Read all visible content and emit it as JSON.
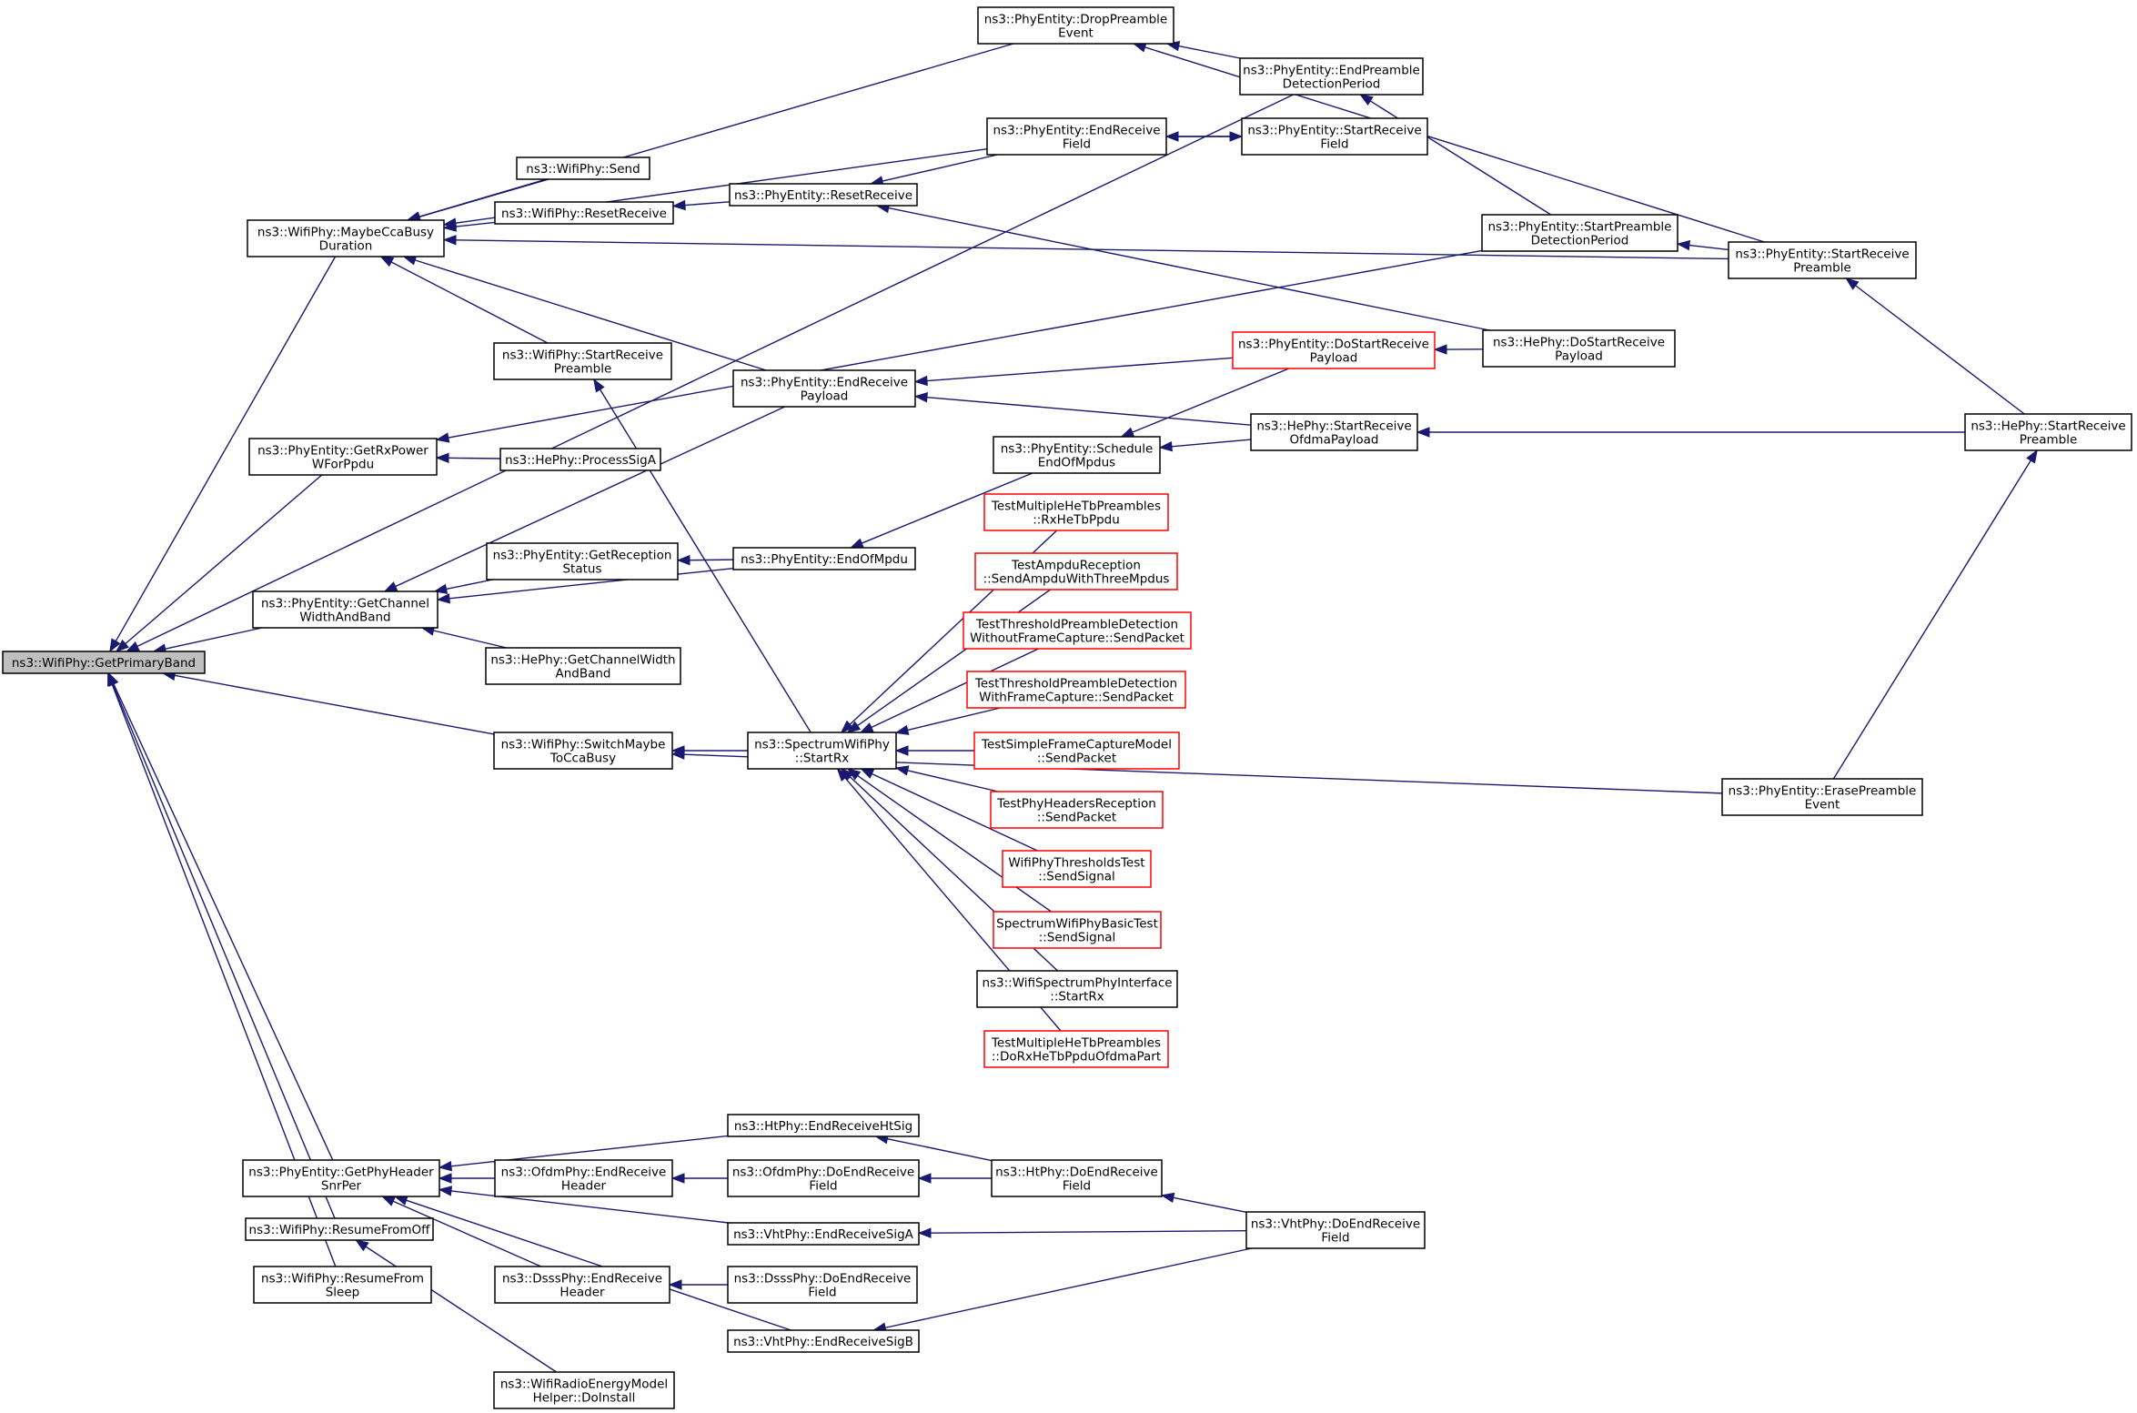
{
  "nodes": [
    {
      "id": "root",
      "lines": [
        "ns3::WifiPhy::GetPrimaryBand"
      ],
      "border": "root"
    },
    {
      "id": "maybecca",
      "lines": [
        "ns3::WifiPhy::MaybeCcaBusy",
        "Duration"
      ],
      "border": "black"
    },
    {
      "id": "getrxpower",
      "lines": [
        "ns3::PhyEntity::GetRxPower",
        "WForPpdu"
      ],
      "border": "black"
    },
    {
      "id": "getchwb",
      "lines": [
        "ns3::PhyEntity::GetChannel",
        "WidthAndBand"
      ],
      "border": "black"
    },
    {
      "id": "getphyhdr",
      "lines": [
        "ns3::PhyEntity::GetPhyHeader",
        "SnrPer"
      ],
      "border": "black"
    },
    {
      "id": "resumeoff",
      "lines": [
        "ns3::WifiPhy::ResumeFromOff"
      ],
      "border": "black"
    },
    {
      "id": "resumesleep",
      "lines": [
        "ns3::WifiPhy::ResumeFrom",
        "Sleep"
      ],
      "border": "black"
    },
    {
      "id": "wifisend",
      "lines": [
        "ns3::WifiPhy::Send"
      ],
      "border": "black"
    },
    {
      "id": "wifireset",
      "lines": [
        "ns3::WifiPhy::ResetReceive"
      ],
      "border": "black"
    },
    {
      "id": "wifistartpre",
      "lines": [
        "ns3::WifiPhy::StartReceive",
        "Preamble"
      ],
      "border": "black"
    },
    {
      "id": "processsiga",
      "lines": [
        "ns3::HePhy::ProcessSigA"
      ],
      "border": "black"
    },
    {
      "id": "getrecstatus",
      "lines": [
        "ns3::PhyEntity::GetReception",
        "Status"
      ],
      "border": "black"
    },
    {
      "id": "hegetchwb",
      "lines": [
        "ns3::HePhy::GetChannelWidth",
        "AndBand"
      ],
      "border": "black"
    },
    {
      "id": "switchmaybe",
      "lines": [
        "ns3::WifiPhy::SwitchMaybe",
        "ToCcaBusy"
      ],
      "border": "black"
    },
    {
      "id": "ofdmendhdr",
      "lines": [
        "ns3::OfdmPhy::EndReceive",
        "Header"
      ],
      "border": "black"
    },
    {
      "id": "dsssendhdr",
      "lines": [
        "ns3::DsssPhy::EndReceive",
        "Header"
      ],
      "border": "black"
    },
    {
      "id": "radioenergy",
      "lines": [
        "ns3::WifiRadioEnergyModel",
        "Helper::DoInstall"
      ],
      "border": "black"
    },
    {
      "id": "resetreceive",
      "lines": [
        "ns3::PhyEntity::ResetReceive"
      ],
      "border": "black"
    },
    {
      "id": "endrecpayload",
      "lines": [
        "ns3::PhyEntity::EndReceive",
        "Payload"
      ],
      "border": "black"
    },
    {
      "id": "endofmpdu",
      "lines": [
        "ns3::PhyEntity::EndOfMpdu"
      ],
      "border": "black"
    },
    {
      "id": "spectrumstartrx",
      "lines": [
        "ns3::SpectrumWifiPhy",
        "::StartRx"
      ],
      "border": "black"
    },
    {
      "id": "htendsig",
      "lines": [
        "ns3::HtPhy::EndReceiveHtSig"
      ],
      "border": "black"
    },
    {
      "id": "ofdmdoend",
      "lines": [
        "ns3::OfdmPhy::DoEndReceive",
        "Field"
      ],
      "border": "black"
    },
    {
      "id": "vhtsiga",
      "lines": [
        "ns3::VhtPhy::EndReceiveSigA"
      ],
      "border": "black"
    },
    {
      "id": "dsssdoend",
      "lines": [
        "ns3::DsssPhy::DoEndReceive",
        "Field"
      ],
      "border": "black"
    },
    {
      "id": "vhtsigb",
      "lines": [
        "ns3::VhtPhy::EndReceiveSigB"
      ],
      "border": "black"
    },
    {
      "id": "droppre",
      "lines": [
        "ns3::PhyEntity::DropPreamble",
        "Event"
      ],
      "border": "black"
    },
    {
      "id": "endrecfield",
      "lines": [
        "ns3::PhyEntity::EndReceive",
        "Field"
      ],
      "border": "black"
    },
    {
      "id": "schedule",
      "lines": [
        "ns3::PhyEntity::Schedule",
        "EndOfMpdus"
      ],
      "border": "black"
    },
    {
      "id": "t_rxhetb",
      "lines": [
        "TestMultipleHeTbPreambles",
        "::RxHeTbPpdu"
      ],
      "border": "red"
    },
    {
      "id": "t_ampdu",
      "lines": [
        "TestAmpduReception",
        "::SendAmpduWithThreeMpdus"
      ],
      "border": "red"
    },
    {
      "id": "t_thrwithout",
      "lines": [
        "TestThresholdPreambleDetection",
        "WithoutFrameCapture::SendPacket"
      ],
      "border": "red"
    },
    {
      "id": "t_thrwith",
      "lines": [
        "TestThresholdPreambleDetection",
        "WithFrameCapture::SendPacket"
      ],
      "border": "red"
    },
    {
      "id": "t_simplecap",
      "lines": [
        "TestSimpleFrameCaptureModel",
        "::SendPacket"
      ],
      "border": "red"
    },
    {
      "id": "t_phyhdr",
      "lines": [
        "TestPhyHeadersReception",
        "::SendPacket"
      ],
      "border": "red"
    },
    {
      "id": "t_thrtest",
      "lines": [
        "WifiPhyThresholdsTest",
        "::SendSignal"
      ],
      "border": "red"
    },
    {
      "id": "t_basic",
      "lines": [
        "SpectrumWifiPhyBasicTest",
        "::SendSignal"
      ],
      "border": "red"
    },
    {
      "id": "wifispectrumif",
      "lines": [
        "ns3::WifiSpectrumPhyInterface",
        "::StartRx"
      ],
      "border": "black"
    },
    {
      "id": "t_dorxhetb",
      "lines": [
        "TestMultipleHeTbPreambles",
        "::DoRxHeTbPpduOfdmaPart"
      ],
      "border": "red"
    },
    {
      "id": "htdoend",
      "lines": [
        "ns3::HtPhy::DoEndReceive",
        "Field"
      ],
      "border": "black"
    },
    {
      "id": "endpredet",
      "lines": [
        "ns3::PhyEntity::EndPreamble",
        "DetectionPeriod"
      ],
      "border": "black"
    },
    {
      "id": "startrecfield",
      "lines": [
        "ns3::PhyEntity::StartReceive",
        "Field"
      ],
      "border": "black"
    },
    {
      "id": "dostartpayload",
      "lines": [
        "ns3::PhyEntity::DoStartReceive",
        "Payload"
      ],
      "border": "red"
    },
    {
      "id": "hestartofdma",
      "lines": [
        "ns3::HePhy::StartReceive",
        "OfdmaPayload"
      ],
      "border": "black"
    },
    {
      "id": "vhtdoend",
      "lines": [
        "ns3::VhtPhy::DoEndReceive",
        "Field"
      ],
      "border": "black"
    },
    {
      "id": "startpredet",
      "lines": [
        "ns3::PhyEntity::StartPreamble",
        "DetectionPeriod"
      ],
      "border": "black"
    },
    {
      "id": "hedostartpayload",
      "lines": [
        "ns3::HePhy::DoStartReceive",
        "Payload"
      ],
      "border": "black"
    },
    {
      "id": "startrecpre",
      "lines": [
        "ns3::PhyEntity::StartReceive",
        "Preamble"
      ],
      "border": "black"
    },
    {
      "id": "erasepre",
      "lines": [
        "ns3::PhyEntity::ErasePreamble",
        "Event"
      ],
      "border": "black"
    },
    {
      "id": "hestartpre",
      "lines": [
        "ns3::HePhy::StartReceive",
        "Preamble"
      ],
      "border": "black"
    }
  ],
  "edges": [
    [
      "maybecca",
      "root"
    ],
    [
      "getrxpower",
      "root"
    ],
    [
      "getchwb",
      "root"
    ],
    [
      "getphyhdr",
      "root"
    ],
    [
      "resumeoff",
      "root"
    ],
    [
      "resumesleep",
      "root"
    ],
    [
      "switchmaybe",
      "root"
    ],
    [
      "endpredet",
      "root"
    ],
    [
      "wifisend",
      "maybecca"
    ],
    [
      "wifireset",
      "maybecca"
    ],
    [
      "wifistartpre",
      "maybecca"
    ],
    [
      "droppre",
      "maybecca"
    ],
    [
      "endrecfield",
      "maybecca"
    ],
    [
      "endrecpayload",
      "maybecca"
    ],
    [
      "startrecpre",
      "maybecca"
    ],
    [
      "processsiga",
      "getrxpower"
    ],
    [
      "startpredet",
      "getrxpower"
    ],
    [
      "getrecstatus",
      "getchwb"
    ],
    [
      "hegetchwb",
      "getchwb"
    ],
    [
      "endofmpdu",
      "getchwb"
    ],
    [
      "endrecpayload",
      "getchwb"
    ],
    [
      "ofdmendhdr",
      "getphyhdr"
    ],
    [
      "dsssendhdr",
      "getphyhdr"
    ],
    [
      "htendsig",
      "getphyhdr"
    ],
    [
      "vhtsiga",
      "getphyhdr"
    ],
    [
      "vhtsigb",
      "getphyhdr"
    ],
    [
      "radioenergy",
      "resumeoff"
    ],
    [
      "spectrumstartrx",
      "wifistartpre"
    ],
    [
      "spectrumstartrx",
      "switchmaybe"
    ],
    [
      "erasepre",
      "switchmaybe"
    ],
    [
      "resetreceive",
      "wifireset"
    ],
    [
      "endofmpdu",
      "getrecstatus"
    ],
    [
      "ofdmdoend",
      "ofdmendhdr"
    ],
    [
      "dsssdoend",
      "dsssendhdr"
    ],
    [
      "endrecfield",
      "resetreceive"
    ],
    [
      "hedostartpayload",
      "resetreceive"
    ],
    [
      "dostartpayload",
      "endrecpayload"
    ],
    [
      "hestartofdma",
      "endrecpayload"
    ],
    [
      "schedule",
      "endofmpdu"
    ],
    [
      "t_rxhetb",
      "spectrumstartrx"
    ],
    [
      "t_ampdu",
      "spectrumstartrx"
    ],
    [
      "t_thrwithout",
      "spectrumstartrx"
    ],
    [
      "t_thrwith",
      "spectrumstartrx"
    ],
    [
      "t_simplecap",
      "spectrumstartrx"
    ],
    [
      "t_phyhdr",
      "spectrumstartrx"
    ],
    [
      "t_thrtest",
      "spectrumstartrx"
    ],
    [
      "t_basic",
      "spectrumstartrx"
    ],
    [
      "wifispectrumif",
      "spectrumstartrx"
    ],
    [
      "t_dorxhetb",
      "spectrumstartrx"
    ],
    [
      "htdoend",
      "htendsig"
    ],
    [
      "htdoend",
      "ofdmdoend"
    ],
    [
      "vhtdoend",
      "vhtsiga"
    ],
    [
      "vhtdoend",
      "vhtsigb"
    ],
    [
      "endpredet",
      "droppre"
    ],
    [
      "startrecpre",
      "droppre"
    ],
    [
      "startrecfield",
      "endrecfield"
    ],
    [
      "endrecfield",
      "startrecfield"
    ],
    [
      "dostartpayload",
      "schedule"
    ],
    [
      "hestartofdma",
      "schedule"
    ],
    [
      "vhtdoend",
      "htdoend"
    ],
    [
      "startpredet",
      "endpredet"
    ],
    [
      "hedostartpayload",
      "dostartpayload"
    ],
    [
      "hestartpre",
      "hestartofdma"
    ],
    [
      "startrecpre",
      "startpredet"
    ],
    [
      "hestartpre",
      "startrecpre"
    ],
    [
      "erasepre",
      "hestartpre"
    ]
  ]
}
